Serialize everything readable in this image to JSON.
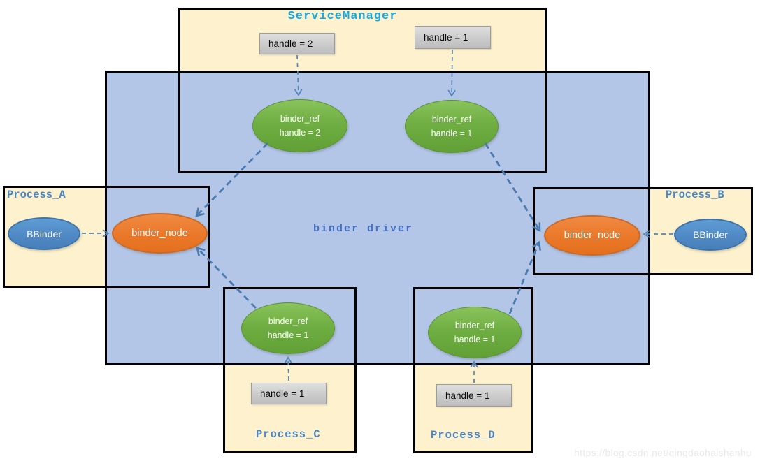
{
  "colors": {
    "cream_box": "#fdf2cd",
    "driver_blue": "#b3c6e8",
    "binder_ref_green": "#6fae42",
    "binder_node_orange": "#ed7d31",
    "bbinder_blue": "#4f88c4",
    "handle_box_gray": "#cbcbcb",
    "arrow_blue": "#4a7ab0",
    "service_manager_title": "#14a9e4",
    "process_label_blue": "#4a86c8",
    "driver_label_blue": "#4472c4",
    "box_border": "#000000"
  },
  "service_manager": {
    "title": "ServiceManager",
    "handle_boxes": [
      {
        "label": "handle = 2"
      },
      {
        "label": "handle = 1"
      }
    ]
  },
  "binder_driver": {
    "label": "binder driver",
    "binder_refs": [
      {
        "name": "binder_ref",
        "handle": "handle = 2"
      },
      {
        "name": "binder_ref",
        "handle": "handle = 1"
      },
      {
        "name": "binder_ref",
        "handle": "handle = 1"
      },
      {
        "name": "binder_ref",
        "handle": "handle = 1"
      }
    ],
    "binder_nodes": [
      {
        "label": "binder_node"
      },
      {
        "label": "binder_node"
      }
    ]
  },
  "processes": [
    {
      "name": "Process_A",
      "bbinder": "BBinder"
    },
    {
      "name": "Process_B",
      "bbinder": "BBinder"
    },
    {
      "name": "Process_C",
      "handle_box": "handle = 1"
    },
    {
      "name": "Process_D",
      "handle_box": "handle = 1"
    }
  ],
  "watermark": "https://blog.csdn.net/qingdaohaishanhu"
}
